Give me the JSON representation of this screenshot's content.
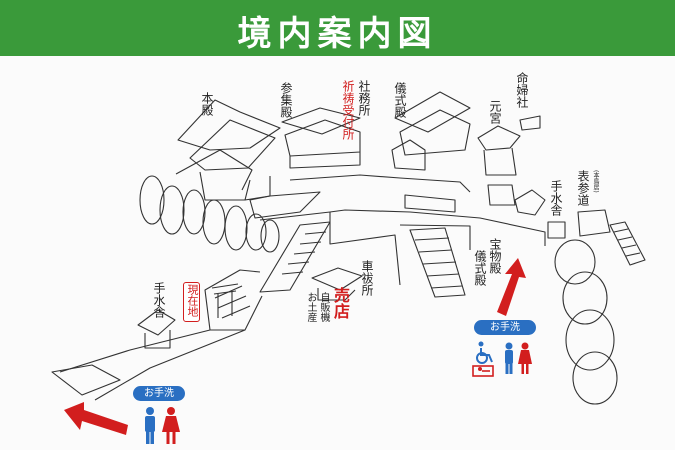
{
  "header": {
    "title": "境内案内図",
    "background": "#3a9a3a",
    "text_color": "#ffffff"
  },
  "labels": {
    "honden": "本殿",
    "sanshuden": "参集殿",
    "shamusho": "社務所",
    "kitou": "祈祷受付所",
    "gishikiden_top": "儀式殿",
    "motomiya": "元宮",
    "meifusha": "命婦社",
    "temizuya_right": "手水舎",
    "omotesando": "表参道",
    "omotesando_sub": "(本鳥居)",
    "houmotsuden": "宝物殿",
    "gishikiden_bottom": "儀式殿",
    "kuruma_harai": "車祓所",
    "jihanki": "自販機",
    "omiyage": "お土産",
    "baiten": "売店",
    "genzaichi": "現在地",
    "temizuya_left": "手水舎"
  },
  "restrooms": [
    {
      "label": "お手洗",
      "accessible": false
    },
    {
      "label": "お手洗",
      "accessible": true
    }
  ],
  "colors": {
    "accent_red": "#d21e1e",
    "male_blue": "#2a6fc2",
    "female_red": "#d21e1e"
  },
  "icons": [
    "torii-icon",
    "male-icon",
    "female-icon",
    "wheelchair-icon",
    "baby-changing-icon",
    "arrow-icon"
  ]
}
